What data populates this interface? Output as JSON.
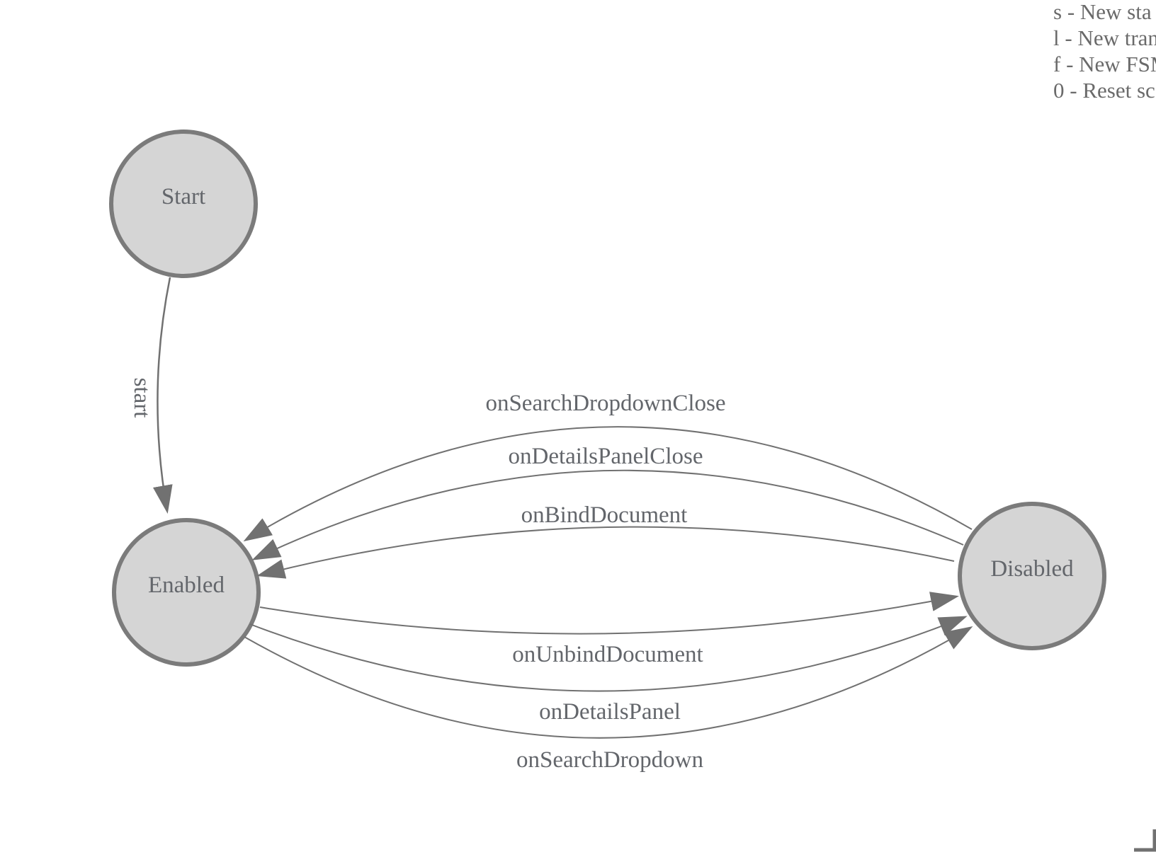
{
  "diagram": {
    "type": "finite-state-machine",
    "colors": {
      "background": "#ffffff",
      "node_fill": "#d5d5d5",
      "node_border": "#7b7b7b",
      "edge": "#717171",
      "label_text": "#63666b",
      "legend_text": "#6a6a6a"
    }
  },
  "legend": {
    "lines": [
      "s - New sta",
      "l - New tran",
      "f - New FSM",
      "0 - Reset sc"
    ]
  },
  "nodes": {
    "start": {
      "label": "Start"
    },
    "enabled": {
      "label": "Enabled"
    },
    "disabled": {
      "label": "Disabled"
    }
  },
  "edges": {
    "start_edge": {
      "label": "start",
      "from": "Start",
      "to": "Enabled"
    },
    "disabled_to_enabled": [
      {
        "label": "onSearchDropdownClose",
        "from": "Disabled",
        "to": "Enabled"
      },
      {
        "label": "onDetailsPanelClose",
        "from": "Disabled",
        "to": "Enabled"
      },
      {
        "label": "onBindDocument",
        "from": "Disabled",
        "to": "Enabled"
      }
    ],
    "enabled_to_disabled": [
      {
        "label": "onUnbindDocument",
        "from": "Enabled",
        "to": "Disabled"
      },
      {
        "label": "onDetailsPanel",
        "from": "Enabled",
        "to": "Disabled"
      },
      {
        "label": "onSearchDropdown",
        "from": "Enabled",
        "to": "Disabled"
      }
    ]
  }
}
